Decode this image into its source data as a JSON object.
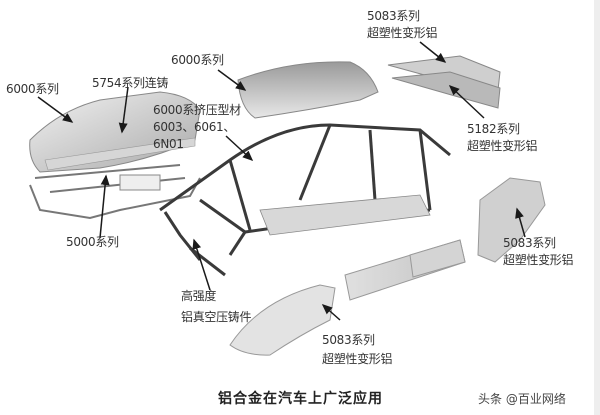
{
  "diagram": {
    "title": "铝合金在汽车上广泛应用",
    "watermark": "头条 @百业网络",
    "subject": "exploded-view-aluminum-car-body",
    "labels": {
      "hood_outer": "6000系列",
      "hood_inner": "5754系列连铸",
      "roof": "6000系列",
      "extrusions_line1": "6000系挤压型材",
      "extrusions_line2": "6003、6061、",
      "extrusions_line3": "6N01",
      "trunk_outer_line1": "5083系列",
      "trunk_outer_line2": "超塑性变形铝",
      "trunk_inner_line1": "5182系列",
      "trunk_inner_line2": "超塑性变形铝",
      "front_frame": "5000系列",
      "rear_fender_line1": "5083系列",
      "rear_fender_line2": "超塑性变形铝",
      "suspension_line1": "高强度",
      "suspension_line2": "铝真空压铸件",
      "front_fender_line1": "5083系列",
      "front_fender_line2": "超塑性变形铝"
    },
    "colors": {
      "text": "#333333",
      "arrow": "#1a1a1a",
      "part_light": "#e6e6e6",
      "part_mid": "#b8b8b8",
      "part_dark": "#555555",
      "background": "#ffffff"
    }
  }
}
